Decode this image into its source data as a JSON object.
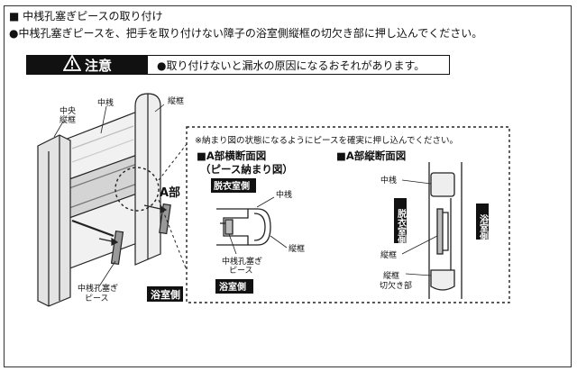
{
  "heading": "■ 中桟孔塞ぎピースの取り付け",
  "instruction": "●中桟孔塞ぎピースを、把手を取り付けない障子の浴室側縦框の切欠き部に押し込んでください。",
  "caution": {
    "label": "注意",
    "text": "●取り付けないと漏水の原因になるおそれがあります。"
  },
  "left_figure": {
    "label_center_stile_1": "中央",
    "label_center_stile_2": "縦框",
    "label_middle_rail": "中桟",
    "label_stile": "縦框",
    "label_part_a": "A部",
    "label_piece_1": "中桟孔塞ぎ",
    "label_piece_2": "ピース",
    "label_bath_side": "浴室側"
  },
  "detail": {
    "note": "※納まり図の状態になるようにピースを確実に押し込んでください。",
    "horizontal_title_1": "■A部横断面図",
    "horizontal_title_2": "（ピース納まり図）",
    "label_dressing_side": "脱衣室側",
    "label_middle_rail": "中桟",
    "label_stile": "縦框",
    "label_piece_1": "中桟孔塞ぎ",
    "label_piece_2": "ピース",
    "label_bath_side": "浴室側",
    "vertical_title": "■A部縦断面図",
    "v_label_middle_rail": "中桟",
    "v_label_dressing_side": "脱衣室側",
    "v_label_bath_side": "浴室側",
    "v_label_stile": "縦框",
    "v_label_notch_1": "縦框",
    "v_label_notch_2": "切欠き部"
  },
  "icons": {
    "warning": "warning-triangle-icon"
  }
}
